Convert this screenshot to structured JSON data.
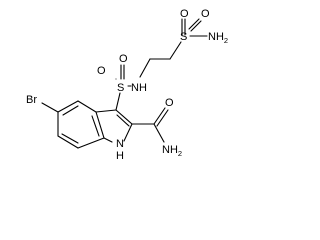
{
  "molecule": {
    "atom_labels": {
      "o_top_left": "O",
      "o_top_right": "O",
      "s_top": "S",
      "nh2_top": "NH",
      "nh2_top_sub": "2",
      "o_mid_left": "O",
      "o_mid_right": "O",
      "s_mid": "S",
      "nh_mid": "NH",
      "br": "Br",
      "o_amide": "O",
      "nh2_amide": "NH",
      "nh2_amide_sub": "2",
      "n_ring": "N",
      "h_ring": "H"
    }
  }
}
